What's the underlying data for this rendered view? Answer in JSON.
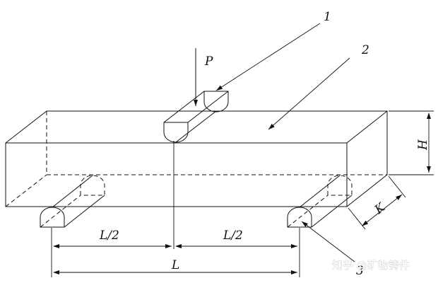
{
  "labels": {
    "load": "P",
    "part1": "1",
    "part2": "2",
    "part3": "3",
    "height": "H",
    "width": "K",
    "half_span_left": "L/2",
    "half_span_right": "L/2",
    "span": "L"
  },
  "watermark": "知乎 @矿物铸件"
}
